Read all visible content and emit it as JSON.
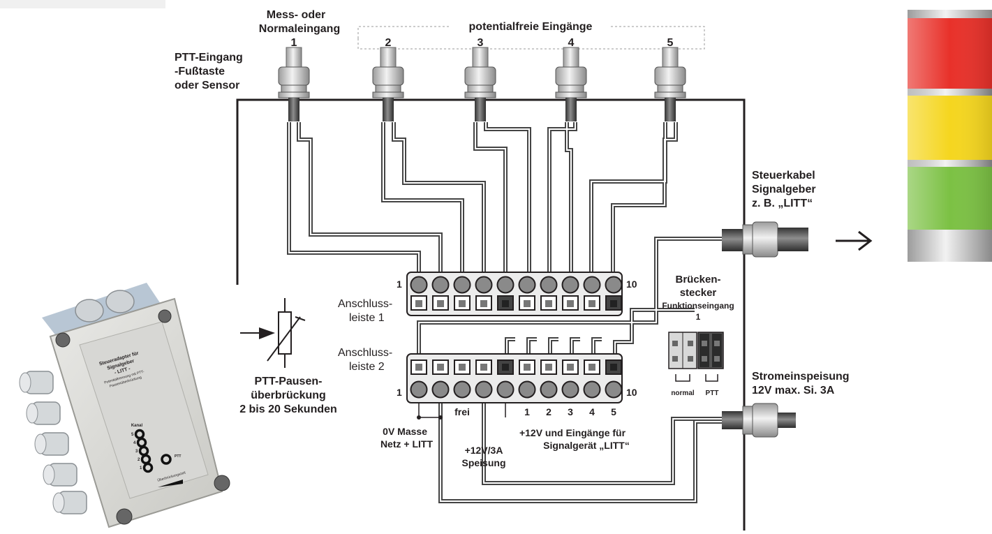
{
  "labels": {
    "mess_line1": "Mess- oder",
    "mess_line2": "Normaleingang",
    "potfree": "potentialfreie Eingänge",
    "ptt_in_1": "PTT-Eingang",
    "ptt_in_2": "-Fußtaste",
    "ptt_in_3": "oder Sensor",
    "steuer_1": "Steuerkabel",
    "steuer_2": "Signalgeber",
    "steuer_3": "z. B. „LITT“",
    "strom_1": "Stromeinspeisung",
    "strom_2": "12V max. Si. 3A",
    "bruecken_1": "Brücken-",
    "bruecken_2": "stecker",
    "bruecken_3": "Funktionseingang",
    "bruecken_4": "1",
    "normal": "normal",
    "ptt": "PTT",
    "al1_1": "Anschluss-",
    "al1_2": "leiste 1",
    "al2_1": "Anschluss-",
    "al2_2": "leiste 2",
    "pause_1": "PTT-Pausen-",
    "pause_2": "überbrückung",
    "pause_3": "2 bis 20 Sekunden",
    "masse_1": "0V Masse",
    "masse_2": "Netz + LITT",
    "speis_1": "+12V/3A",
    "speis_2": "Speisung",
    "eing_1": "+12V und Eingänge für",
    "eing_2": "Signalgerät „LITT“",
    "frei": "frei",
    "pin_1": "1",
    "pin_10": "10",
    "pin2_1": "1",
    "pin2_10": "10"
  },
  "connector_numbers": [
    "1",
    "2",
    "3",
    "4",
    "5"
  ],
  "channel_numbers": [
    "1",
    "2",
    "3",
    "4",
    "5"
  ],
  "device": {
    "title_1": "Steueradapter für",
    "title_2": "Signalgeber",
    "title_3": "- LITT -",
    "sub_1": "Potentialtrennung mit PTT-",
    "sub_2": "Pausenüberbrückung",
    "kanal": "Kanal",
    "led_numbers": [
      "5",
      "4",
      "3",
      "2",
      "1"
    ],
    "ptt": "PTT",
    "bridge": "Überbrückungszeit"
  },
  "colors": {
    "red": "#e8312a",
    "yellow": "#f5d61f",
    "green": "#7cc144",
    "wire": "#444444",
    "terminal": "#8a8a8a"
  }
}
